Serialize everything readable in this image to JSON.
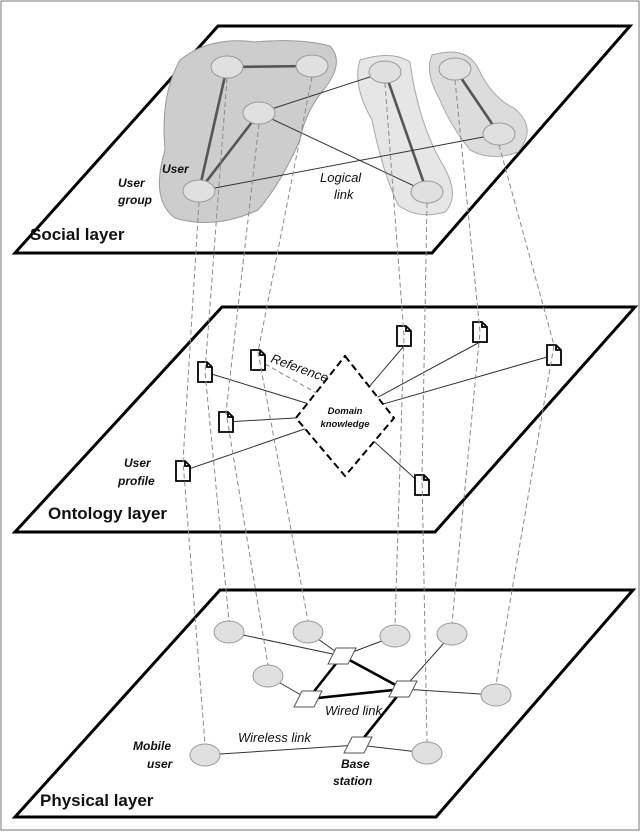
{
  "layers": {
    "social": "Social layer",
    "ontology": "Ontology layer",
    "physical": "Physical layer"
  },
  "social_labels": {
    "user": "User",
    "user_group_line1": "User",
    "user_group_line2": "group",
    "logical_line1": "Logical",
    "logical_line2": "link"
  },
  "ontology_labels": {
    "reference": "Reference",
    "domain_line1": "Domain",
    "domain_line2": "knowledge",
    "profile_line1": "User",
    "profile_line2": "profile"
  },
  "physical_labels": {
    "wired": "Wired link",
    "wireless": "Wireless link",
    "mobile_line1": "Mobile",
    "mobile_line2": "user",
    "base_line1": "Base",
    "base_line2": "station"
  },
  "colors": {
    "node_fill": "#e0e0e0",
    "group_fill": "#c8c8c8",
    "plane_stroke": "#000000"
  }
}
